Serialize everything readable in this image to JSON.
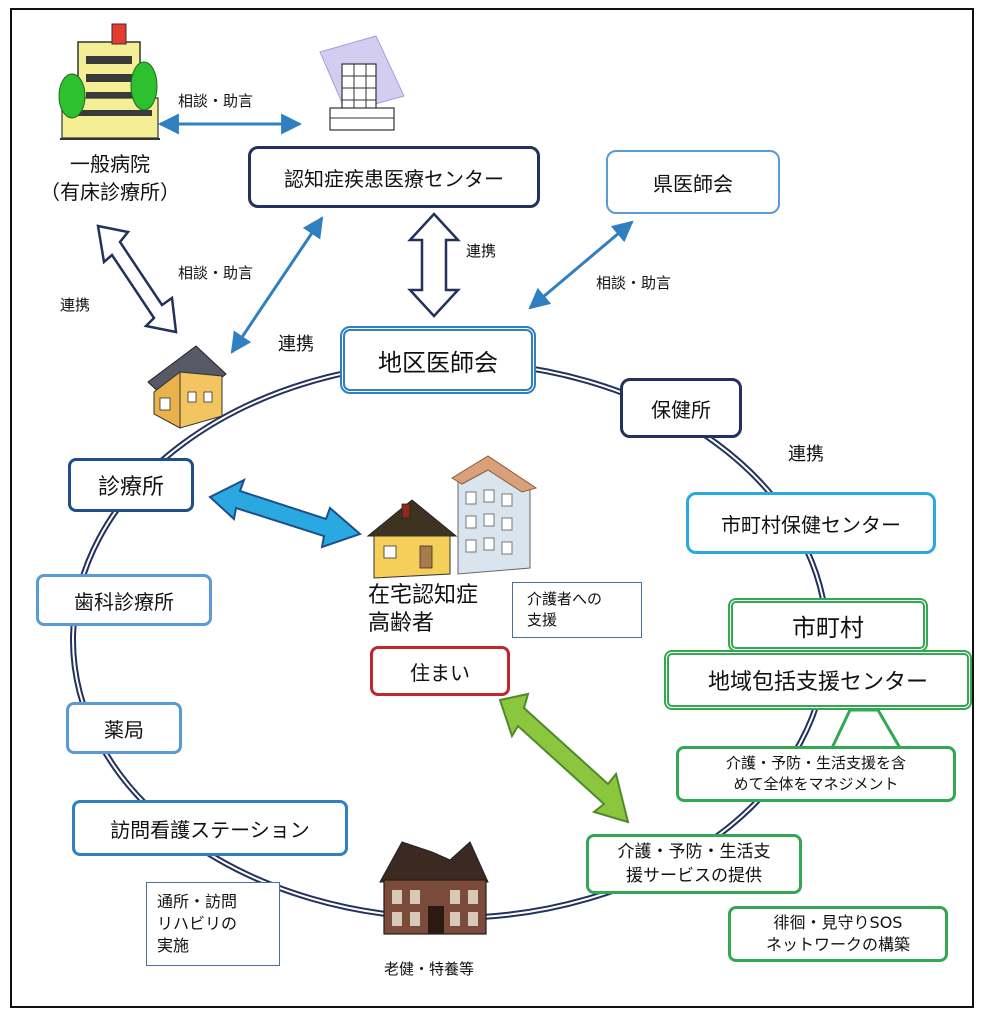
{
  "colors": {
    "dark_navy": "#22315e",
    "navy": "#1f4e8c",
    "mid_blue": "#2f7fc1",
    "light_blue": "#5a9bd5",
    "cyan": "#29a9e0",
    "green": "#33a852",
    "red": "#c0282e",
    "gray_blue": "#4a6fa0"
  },
  "nodes": {
    "general_hospital": "一般病院\n（有床診療所）",
    "dementia_center": "認知症疾患医療センター",
    "prefectural_medical_assoc": "県医師会",
    "district_medical_assoc": "地区医師会",
    "health_center": "保健所",
    "municipal_health_center": "市町村保健センター",
    "municipality": "市町村",
    "community_support_center": "地域包括支援センター",
    "management": "介護・予防・生活支援を含\nめて全体をマネジメント",
    "service_provision": "介護・予防・生活支\n援サービスの提供",
    "sos_network": "徘徊・見守りSOS\nネットワークの構築",
    "clinic": "診療所",
    "dental_clinic": "歯科診療所",
    "pharmacy": "薬局",
    "visiting_nurse": "訪問看護ステーション",
    "day_rehab": "通所・訪問\nリハビリの\n実施",
    "care_facility": "老健・特養等",
    "home_elderly": "在宅認知症\n高齢者",
    "caregiver_support": "介護者への\n支援",
    "residence": "住まい"
  },
  "edge_labels": {
    "consult_1": "相談・助言",
    "consult_2": "相談・助言",
    "consult_3": "相談・助言",
    "cooperate_1": "連携",
    "cooperate_2": "連携",
    "cooperate_3": "連携",
    "cooperate_4": "連携"
  },
  "icons": [
    "hospital-building-icon",
    "medical-center-building-icon",
    "house-icon",
    "home-and-apartment-icon",
    "nursing-home-icon"
  ]
}
